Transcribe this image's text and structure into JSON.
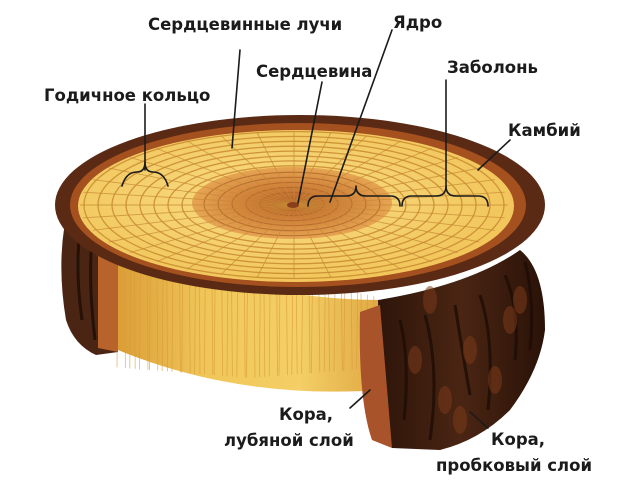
{
  "labels": {
    "medullary_rays": "Сердцевинные лучи",
    "heartwood_core": "Ядро",
    "annual_ring": "Годичное кольцо",
    "pith": "Сердцевина",
    "sapwood": "Заболонь",
    "cambium": "Камбий",
    "bark_bast_line1": "Кора,",
    "bark_bast_line2": "лубяной слой",
    "bark_cork_line1": "Кора,",
    "bark_cork_line2": "пробковый слой"
  },
  "colors": {
    "sapwood": "#f3c85a",
    "sapwood_light": "#f8dc84",
    "heartwood": "#d98a3c",
    "pith": "#b5602c",
    "ring_line": "#c8892f",
    "side_wood": "#e9b545",
    "cambium": "#9c4a1c",
    "bark_dark": "#3d1e10",
    "bark_mid": "#6a3318",
    "bark_inner": "#c06a32"
  }
}
